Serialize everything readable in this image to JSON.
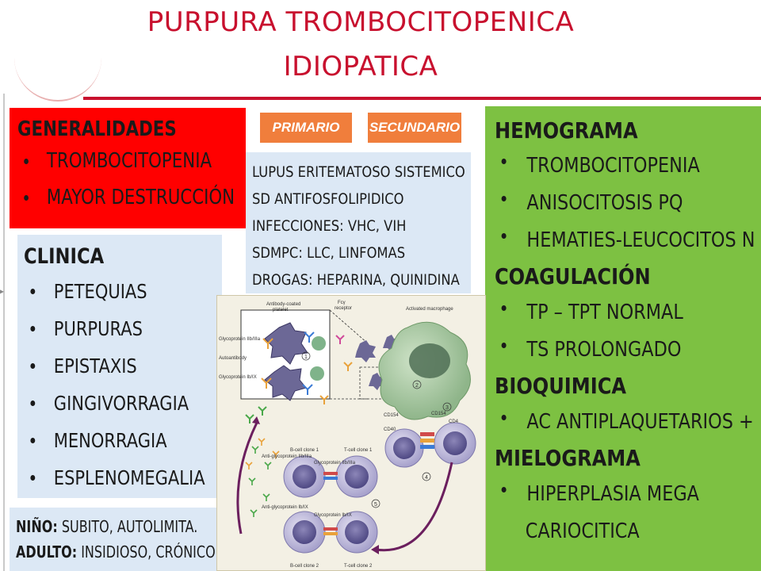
{
  "title": {
    "line1": "PURPURA TROMBOCITOPENICA",
    "line2": "IDIOPATICA"
  },
  "generalidades": {
    "heading": "GENERALIDADES",
    "items": [
      "TROMBOCITOPENIA",
      "MAYOR DESTRUCCIÓN"
    ]
  },
  "tags": {
    "primario": "PRIMARIO",
    "secundario": "SECUNDARIO"
  },
  "secundario_list": [
    "LUPUS ERITEMATOSO SISTEMICO",
    "SD ANTIFOSFOLIPIDICO",
    "INFECCIONES: VHC, VIH",
    "SDMPC: LLC, LINFOMAS",
    "DROGAS: HEPARINA, QUINIDINA"
  ],
  "clinica": {
    "heading": "CLINICA",
    "items": [
      "PETEQUIAS",
      "PURPURAS",
      "EPISTAXIS",
      "GINGIVORRAGIA",
      "MENORRAGIA",
      "ESPLENOMEGALIA"
    ]
  },
  "edad": {
    "nino_label": "NIÑO:",
    "nino_text": " SUBITO, AUTOLIMITA.",
    "adulto_label": "ADULTO:",
    "adulto_text": " INSIDIOSO, CRÓNICO"
  },
  "right": {
    "hemograma": {
      "heading": "HEMOGRAMA",
      "items": [
        "TROMBOCITOPENIA",
        "ANISOCITOSIS PQ",
        "HEMATIES-LEUCOCITOS N"
      ]
    },
    "coagulacion": {
      "heading": "COAGULACIÓN",
      "items": [
        "TP – TPT NORMAL",
        "TS PROLONGADO"
      ]
    },
    "bioquimica": {
      "heading": "BIOQUIMICA",
      "items": [
        "AC ANTIPLAQUETARIOS +"
      ]
    },
    "mielograma": {
      "heading": "MIELOGRAMA",
      "items": [
        "HIPERPLASIA MEGA",
        "CARIOCITICA"
      ]
    }
  },
  "figure": {
    "labels": {
      "antibody_coated": "Antibody-coated",
      "platelet": "platelet",
      "fcy": "Fcγ",
      "receptor": "receptor",
      "activated_macrophage": "Activated macrophage",
      "gp_iib_iiia": "Glycoprotein IIb/IIIa",
      "autoantibody": "Autoantibody",
      "gp_ib_ix": "Glycoprotein Ib/IX",
      "bcell1": "B-cell clone 1",
      "tcell1": "T-cell clone 1",
      "bcell2": "B-cell clone 2",
      "tcell2": "T-cell clone 2",
      "anti_gp_iib": "Anti-glycoprotein IIb/IIIa",
      "anti_gp_ib": "Anti-glycoprotein Ib/IX",
      "gp_iib_mid": "Glycoprotein IIb/IIIa",
      "gp_ib_mid": "Glycoprotein Ib/IX",
      "cd154": "CD154",
      "cd40": "CD40",
      "cd4": "CD4",
      "n1": "1",
      "n2": "2",
      "n3": "3",
      "n4": "4",
      "n5": "5"
    }
  }
}
